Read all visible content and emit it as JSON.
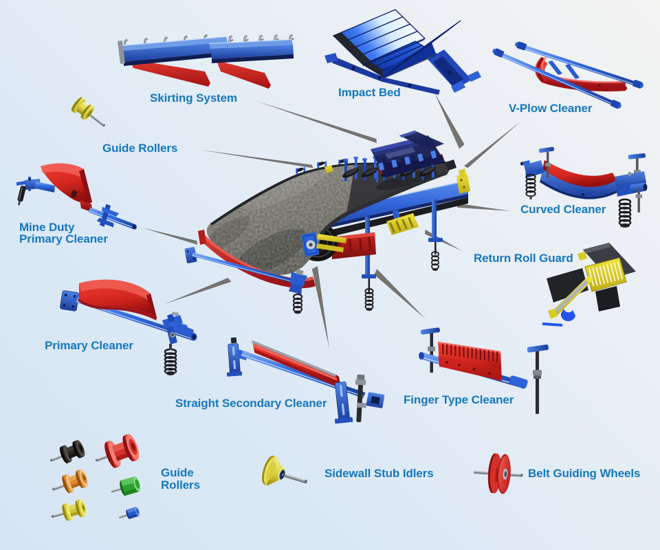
{
  "diagram": {
    "type": "conveyor-belt-components-overview",
    "background_top_right": "#f2f3f3",
    "background_bottom_left": "#d7e6f4",
    "label_color": "#1478be",
    "pointer_line_color": "#757370"
  },
  "labels": {
    "skirting_system": "Skirting System",
    "impact_bed": "Impact Bed",
    "v_plow_cleaner": "V-Plow Cleaner",
    "guide_rollers_top": "Guide Rollers",
    "curved_cleaner": "Curved Cleaner",
    "mine_duty_line1": "Mine Duty",
    "mine_duty_line2": "Primary Cleaner",
    "return_roll_guard": "Return Roll Guard",
    "primary_cleaner": "Primary Cleaner",
    "straight_secondary_cleaner": "Straight Secondary Cleaner",
    "finger_type_cleaner": "Finger Type Cleaner",
    "guide_rollers_bottom_line1": "Guide",
    "guide_rollers_bottom_line2": "Rollers",
    "sidewall_stub_idlers": "Sidewall Stub Idlers",
    "belt_guiding_wheels": "Belt Guiding Wheels"
  },
  "palette": {
    "component_blue": "#2a5cd0",
    "component_red": "#d3261f",
    "component_yellow": "#e0d232",
    "belt_gray": "#6e6d66",
    "hopper_navy": "#10174e"
  },
  "components": [
    {
      "id": "conveyor-render",
      "label": "Belt conveyor (center)"
    },
    {
      "id": "skirting-system-render",
      "label": "Skirting System"
    },
    {
      "id": "impact-bed-render",
      "label": "Impact Bed"
    },
    {
      "id": "v-plow-cleaner-render",
      "label": "V-Plow Cleaner"
    },
    {
      "id": "guide-roller-top-render",
      "label": "Guide Rollers"
    },
    {
      "id": "mine-duty-primary-cleaner-render",
      "label": "Mine Duty Primary Cleaner"
    },
    {
      "id": "curved-cleaner-render",
      "label": "Curved Cleaner"
    },
    {
      "id": "return-roll-guard-render",
      "label": "Return Roll Guard"
    },
    {
      "id": "primary-cleaner-render",
      "label": "Primary Cleaner"
    },
    {
      "id": "straight-secondary-cleaner-render",
      "label": "Straight Secondary Cleaner"
    },
    {
      "id": "finger-type-cleaner-render",
      "label": "Finger Type Cleaner"
    },
    {
      "id": "guide-rollers-group-render",
      "label": "Guide Rollers"
    },
    {
      "id": "sidewall-stub-idler-render",
      "label": "Sidewall Stub Idlers"
    },
    {
      "id": "belt-guiding-wheel-render",
      "label": "Belt Guiding Wheels"
    }
  ]
}
